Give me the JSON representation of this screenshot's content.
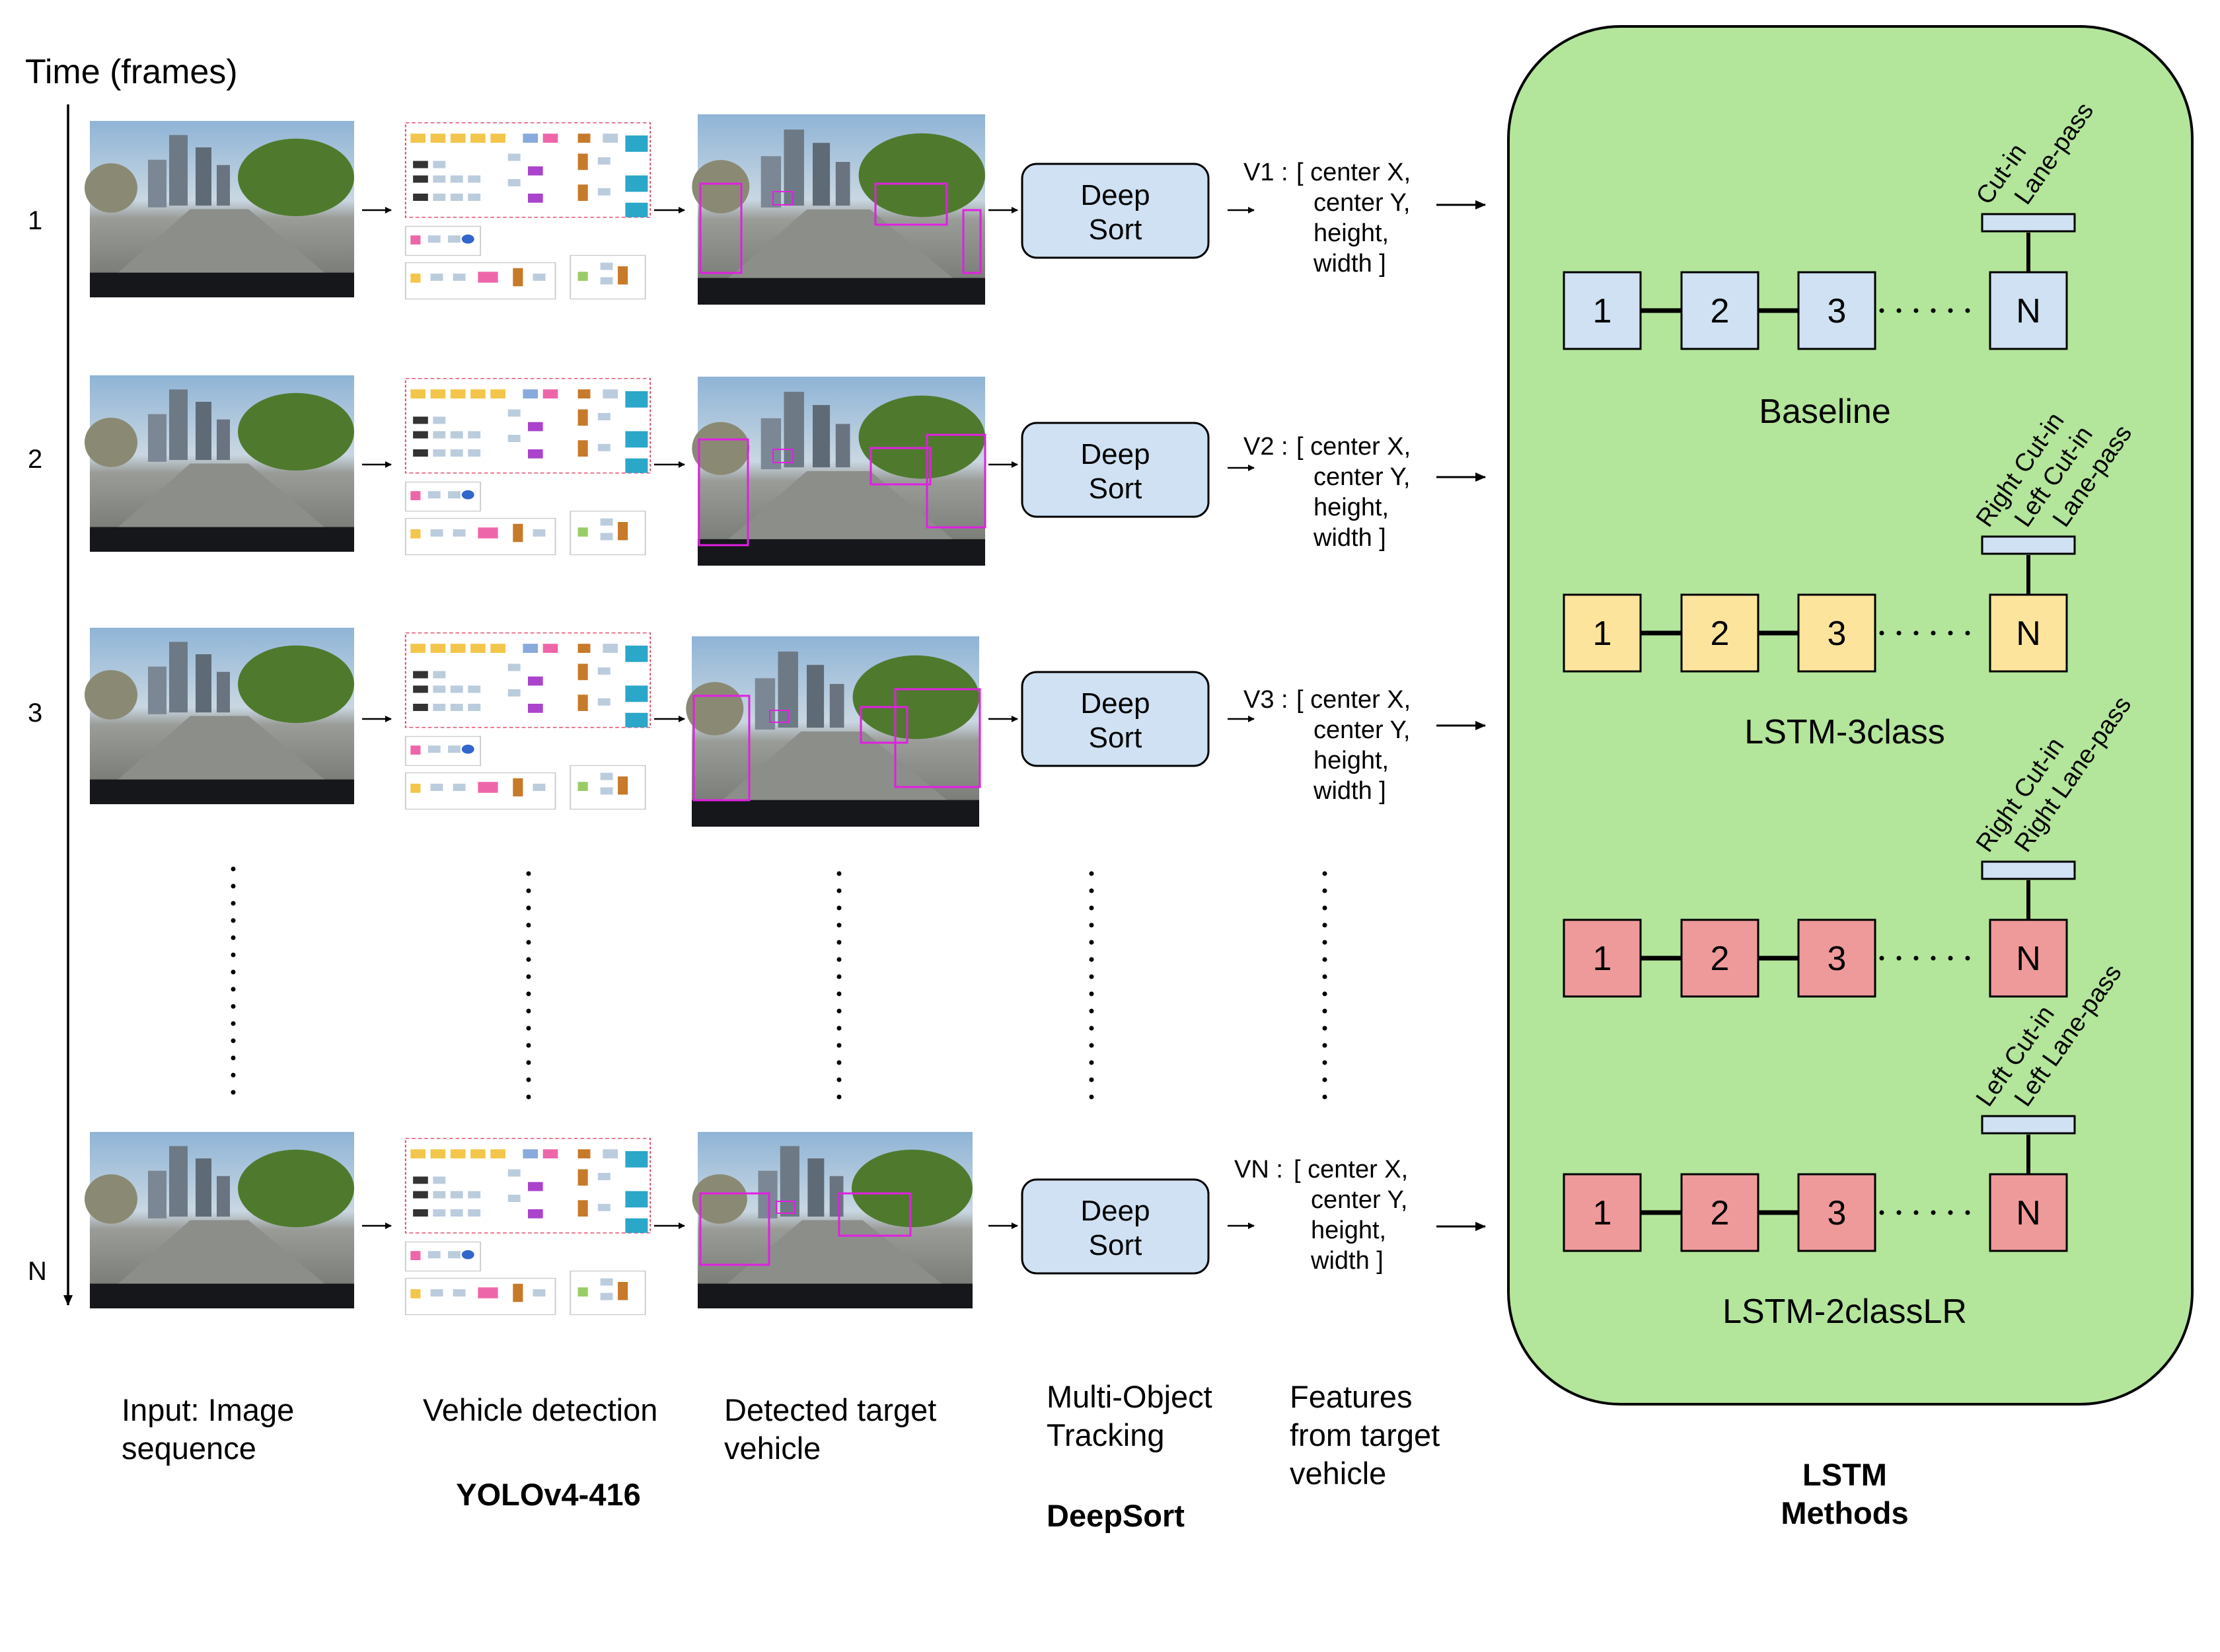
{
  "time_axis": {
    "title": "Time (frames)",
    "ticks": [
      "1",
      "2",
      "3",
      "N"
    ]
  },
  "rows": [
    {
      "vector": "V1 :"
    },
    {
      "vector": "V2 :"
    },
    {
      "vector": "V3 :"
    },
    {
      "vector": "VN :"
    }
  ],
  "tracker_box": {
    "line1": "Deep",
    "line2": "Sort"
  },
  "features": {
    "line1": "[ center X,",
    "line2": "center Y,",
    "line3": "height,",
    "line4": "width ]"
  },
  "captions": {
    "input": {
      "line1": "Input: Image",
      "line2": "sequence"
    },
    "detection": {
      "line1": "Vehicle detection",
      "bold": "YOLOv4-416"
    },
    "detected": {
      "line1": "Detected target",
      "line2": "vehicle"
    },
    "tracking": {
      "line1": "Multi-Object",
      "line2": "Tracking",
      "bold": "DeepSort"
    },
    "features": {
      "line1": "Features",
      "line2": "from target",
      "line3": "vehicle"
    },
    "lstm": {
      "line1": "LSTM",
      "line2": "Methods"
    }
  },
  "lstm_panel": {
    "methods": [
      {
        "name": "Baseline",
        "color": "#cfe1f2",
        "cells": [
          "1",
          "2",
          "3",
          "N"
        ],
        "outputs": [
          "Cut-in",
          "Lane-pass"
        ]
      },
      {
        "name": "LSTM-3class",
        "color": "#fde49c",
        "cells": [
          "1",
          "2",
          "3",
          "N"
        ],
        "outputs": [
          "Right Cut-in",
          "Left Cut-in",
          "Lane-pass"
        ]
      },
      {
        "name": "",
        "color": "#ee9a9a",
        "cells": [
          "1",
          "2",
          "3",
          "N"
        ],
        "outputs": [
          "Right Cut-in",
          "Right Lane-pass"
        ]
      },
      {
        "name": "LSTM-2classLR",
        "color": "#ee9a9a",
        "cells": [
          "1",
          "2",
          "3",
          "N"
        ],
        "outputs": [
          "Left Cut-in",
          "Left Lane-pass"
        ]
      }
    ],
    "panel_color": "#b3e59b",
    "output_bar_color": "#cfe1f2"
  }
}
